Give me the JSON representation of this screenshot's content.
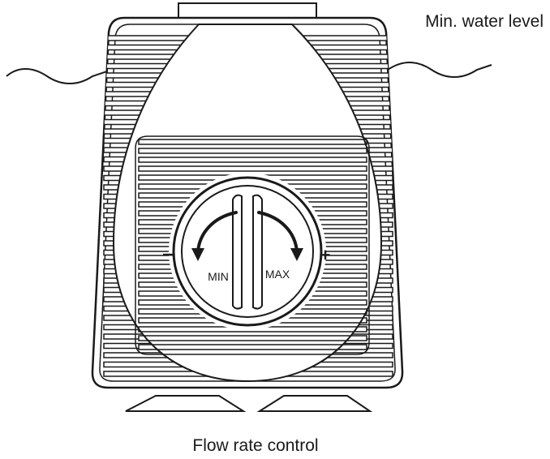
{
  "water_level_label": "Min. water level",
  "caption": "Flow rate control",
  "dial": {
    "min_label": "MIN",
    "max_label": "MAX",
    "minus_symbol": "−",
    "plus_symbol": "+"
  },
  "colors": {
    "stroke": "#1a1a1a",
    "background": "#ffffff"
  }
}
